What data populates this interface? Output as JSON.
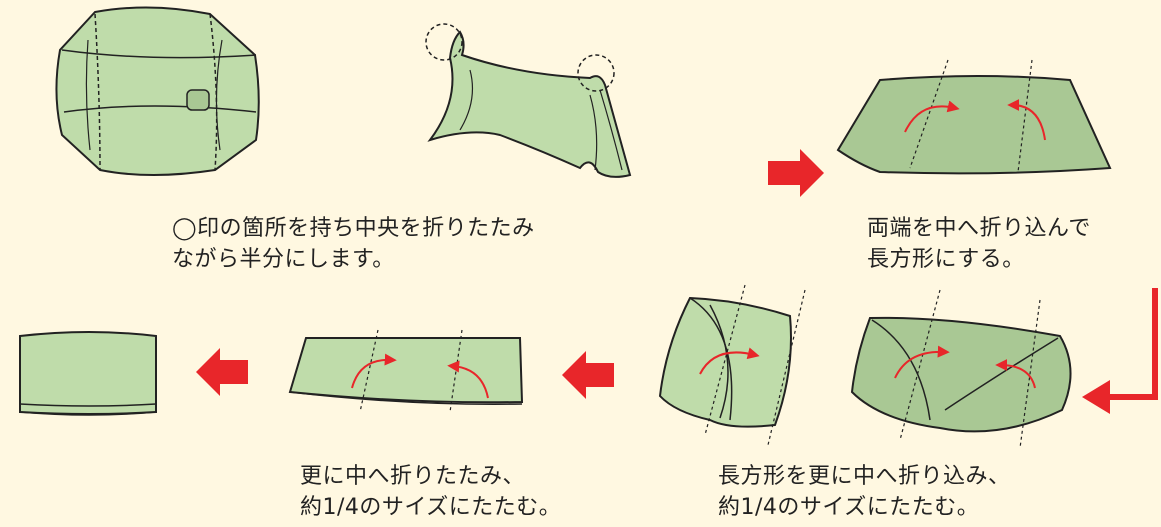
{
  "colors": {
    "background": "#fff8e1",
    "cloth_fill": "#bfdcaa",
    "cloth_fill_dark": "#a9c894",
    "outline": "#222222",
    "arrow_red": "#e8262a",
    "fold_arrow": "#e8262a"
  },
  "captions": {
    "step1": {
      "line1": "◯印の箇所を持ち中央を折りたたみ",
      "line2": "ながら半分にします。"
    },
    "step2": {
      "line1": "両端を中へ折り込んで",
      "line2": "長方形にする。"
    },
    "step3": {
      "line1": "長方形を更に中へ折り込み、",
      "line2": "約1/4のサイズにたたむ。"
    },
    "step4": {
      "line1": "更に中へ折りたたみ、",
      "line2": "約1/4のサイズにたたむ。"
    }
  },
  "flow_arrows": [
    "arrow-right",
    "arrow-turn-down-left",
    "arrow-left",
    "arrow-left"
  ]
}
